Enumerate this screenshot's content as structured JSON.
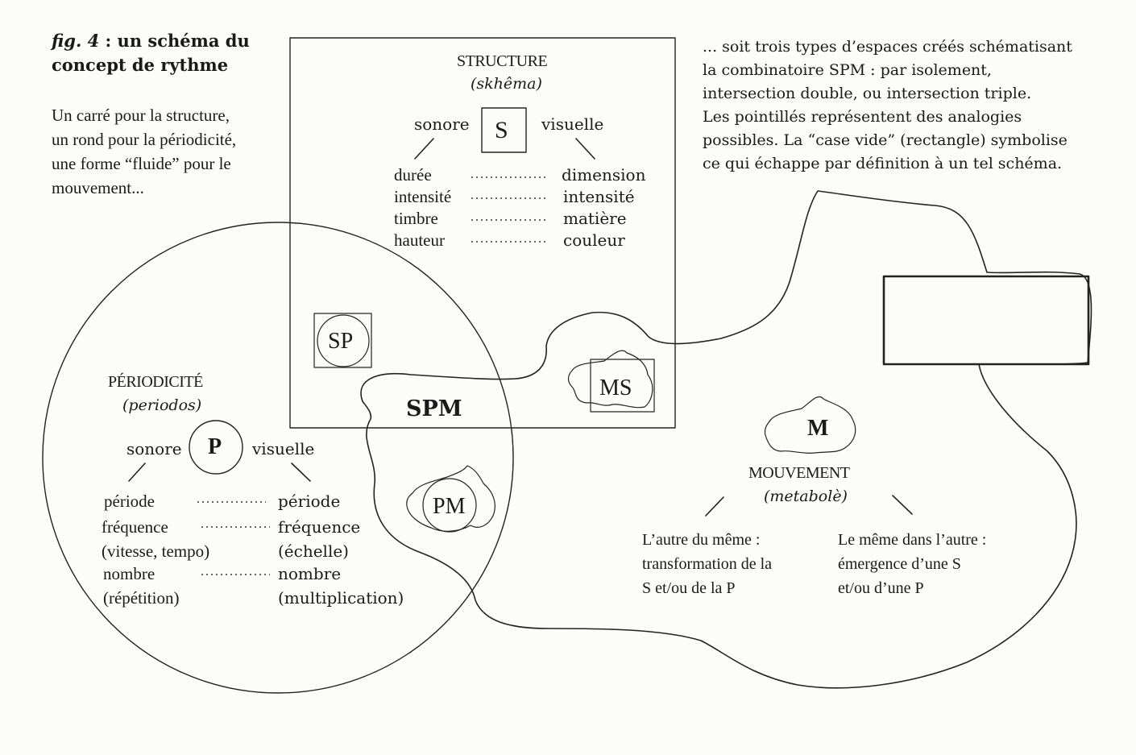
{
  "figure": {
    "number": "fig. 4",
    "title_rest": " : un schéma du",
    "title_line2": "concept de rythme",
    "intro": [
      "Un carré pour la structure,",
      "un rond pour la périodicité,",
      "une forme “fluide” pour le",
      "mouvement..."
    ],
    "note": [
      "... soit trois types d’espaces créés schématisant",
      "la combinatoire SPM : par isolement,",
      "intersection double, ou intersection triple.",
      "Les pointillés représentent des analogies",
      "possibles. La “case vide” (rectangle) symbolise",
      "ce qui échappe par définition à un tel schéma."
    ]
  },
  "structure": {
    "title": "STRUCTURE",
    "subtitle": "(skhêma)",
    "symbol": "S",
    "left": "sonore",
    "right": "visuelle",
    "pairs": [
      {
        "left": "durée",
        "right": "dimension"
      },
      {
        "left": "intensité",
        "right": "intensité"
      },
      {
        "left": "timbre",
        "right": "matière"
      },
      {
        "left": "hauteur",
        "right": "couleur"
      }
    ]
  },
  "periodicity": {
    "title": "PÉRIODICITÉ",
    "subtitle": "(periodos)",
    "symbol": "P",
    "left": "sonore",
    "right": "visuelle",
    "left_terms": [
      "période",
      "fréquence",
      "(vitesse, tempo)",
      "nombre",
      "(répétition)"
    ],
    "right_terms": [
      "période",
      "fréquence",
      "(échelle)",
      "nombre",
      "(multiplication)"
    ]
  },
  "movement": {
    "title": "MOUVEMENT",
    "subtitle": "(metabolè)",
    "symbol": "M",
    "left_text": [
      "L’autre du même :",
      "transformation de la",
      "S et/ou de la P"
    ],
    "right_text": [
      "Le même dans l’autre :",
      "émergence d’une S",
      "et/ou d’une P"
    ]
  },
  "intersections": {
    "sp": "SP",
    "spm": "SPM",
    "ms": "MS",
    "pm": "PM"
  }
}
